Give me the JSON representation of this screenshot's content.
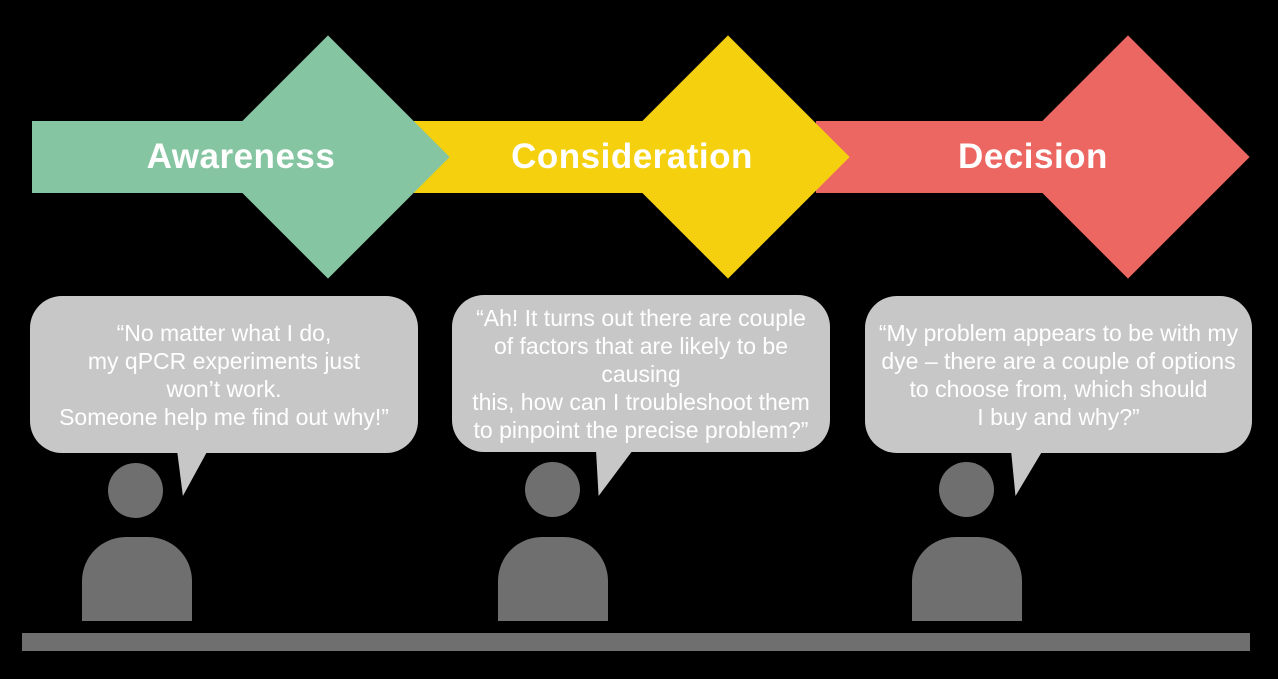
{
  "canvas": {
    "background": "#000000"
  },
  "funnel": {
    "stages": [
      {
        "label": "Awareness",
        "color": "#85C5A1"
      },
      {
        "label": "Consideration",
        "color": "#F5D00E"
      },
      {
        "label": "Decision",
        "color": "#EC6662"
      }
    ],
    "label_color": "#FFFFFF"
  },
  "personas": [
    {
      "stage": "Awareness",
      "quote": "“No matter what I do,\nmy qPCR experiments just\nwon’t work.\nSomeone help me find out why!”"
    },
    {
      "stage": "Consideration",
      "quote": "“Ah! It turns out there are couple\nof factors that are likely to be causing\nthis, how can I troubleshoot them\nto pinpoint the precise problem?”"
    },
    {
      "stage": "Decision",
      "quote": "“My problem appears to be with my\ndye – there are a couple of options\nto choose from, which should\nI buy and why?”"
    }
  ],
  "colors": {
    "background": "#000000",
    "speech_bubble": "#C7C7C7",
    "quote_text": "#FFFFFF",
    "person": "#6F6F6F",
    "floor": "#6F6F6F"
  }
}
